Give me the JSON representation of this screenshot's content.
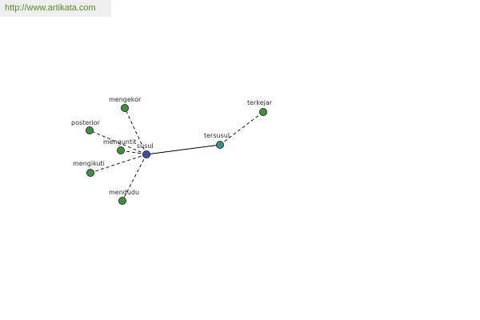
{
  "source": {
    "text": "http://www.artikata.com",
    "color": "#5a8a2a"
  },
  "graph": {
    "colors": {
      "center": "#3d4f9e",
      "secondary": "#3f8a8a",
      "leaf": "#3f8f3f",
      "node_stroke": "#1e1e1e",
      "edge": "#000000"
    },
    "nodes": [
      {
        "id": "susul",
        "label": "susul",
        "kind": "center"
      },
      {
        "id": "tersusul",
        "label": "tersusul",
        "kind": "secondary"
      },
      {
        "id": "terkejar",
        "label": "terkejar",
        "kind": "leaf"
      },
      {
        "id": "mengekor",
        "label": "mengekor",
        "kind": "leaf"
      },
      {
        "id": "posterior",
        "label": "posterior",
        "kind": "leaf"
      },
      {
        "id": "menguntit",
        "label": "menguntit",
        "kind": "leaf"
      },
      {
        "id": "mengikuti",
        "label": "mengikuti",
        "kind": "leaf"
      },
      {
        "id": "mendudu",
        "label": "mendudu",
        "kind": "leaf"
      }
    ],
    "edges": [
      {
        "from": "susul",
        "to": "tersusul",
        "style": "solid"
      },
      {
        "from": "tersusul",
        "to": "terkejar",
        "style": "dashed"
      },
      {
        "from": "susul",
        "to": "mengekor",
        "style": "dashed"
      },
      {
        "from": "susul",
        "to": "posterior",
        "style": "dashed"
      },
      {
        "from": "susul",
        "to": "menguntit",
        "style": "dashed"
      },
      {
        "from": "susul",
        "to": "mengikuti",
        "style": "dashed"
      },
      {
        "from": "susul",
        "to": "mendudu",
        "style": "dashed"
      }
    ]
  }
}
